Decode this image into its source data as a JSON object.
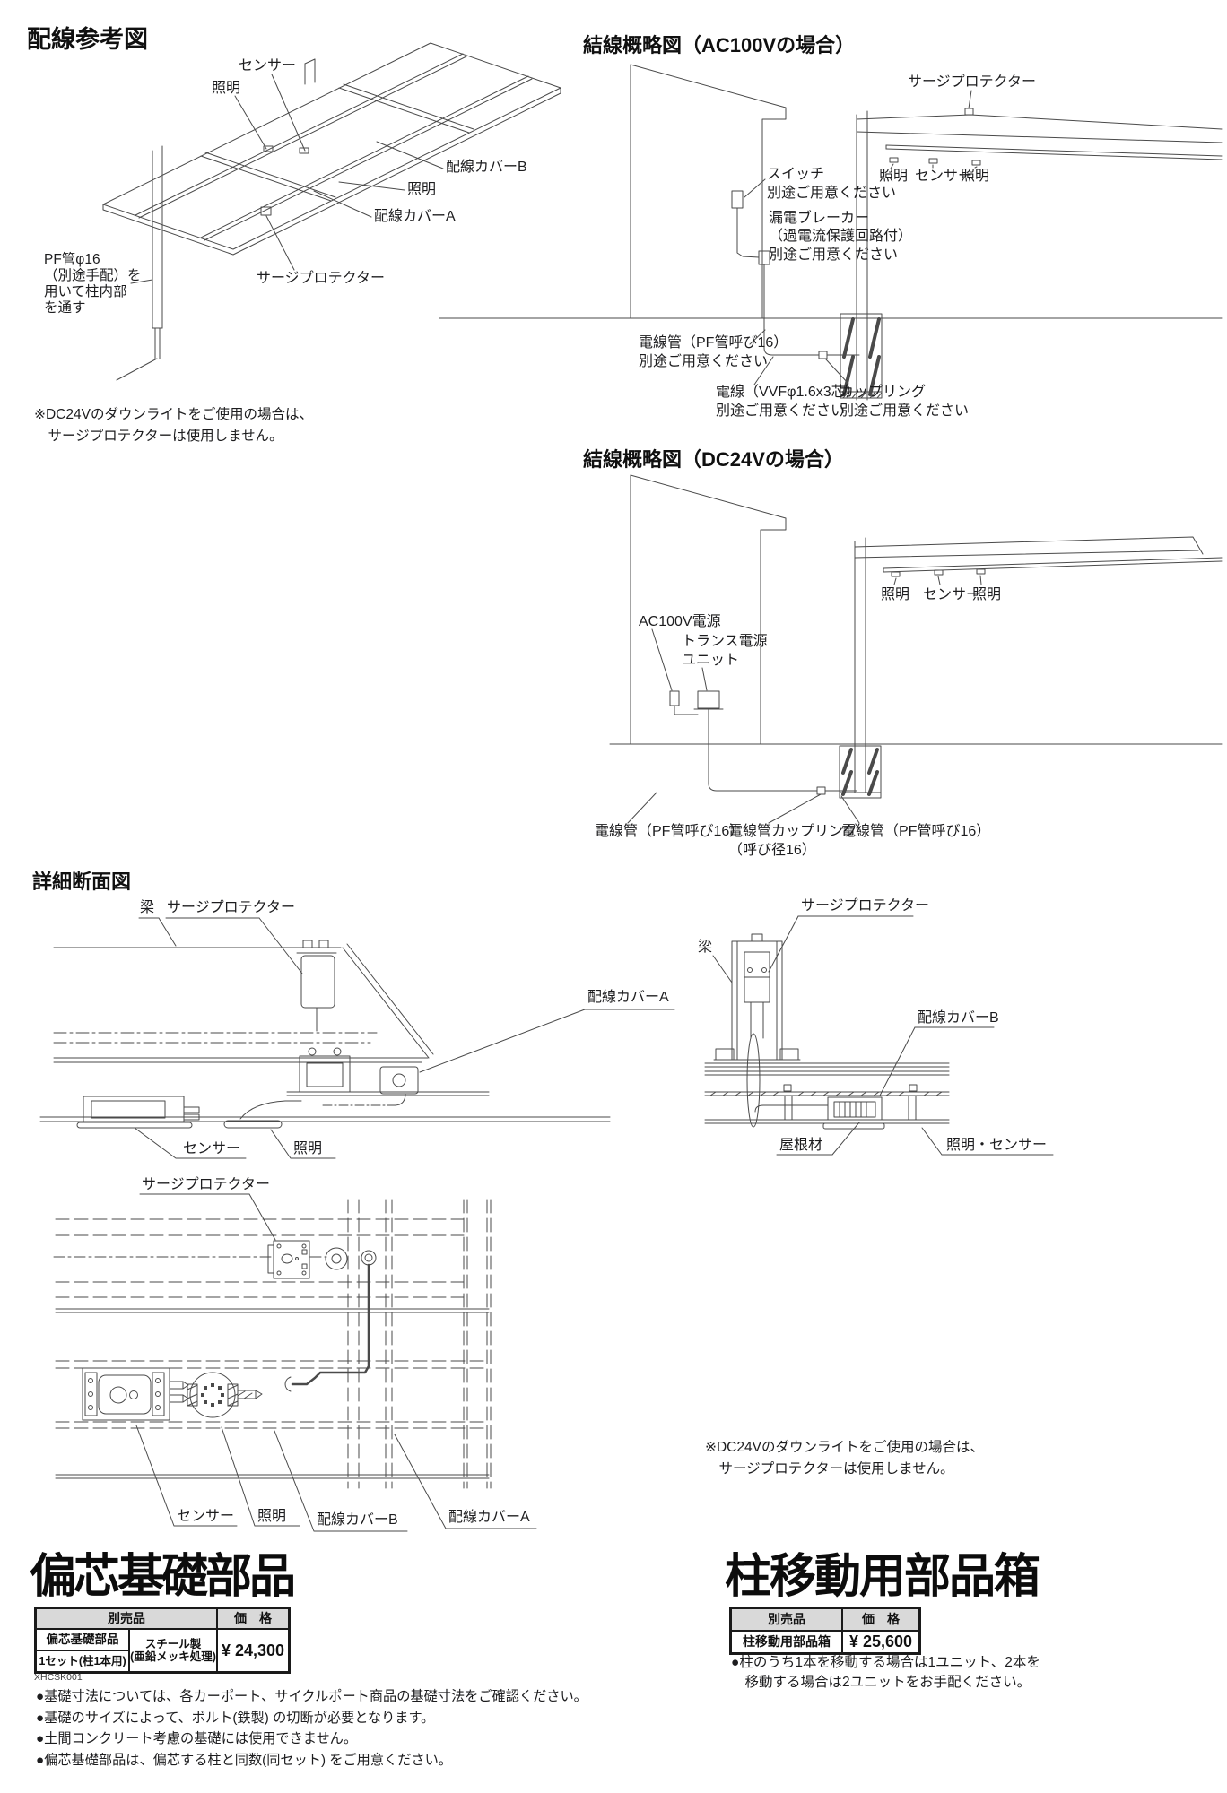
{
  "sections": {
    "wiring_ref": {
      "title": "配線参考図",
      "labels": {
        "sensor": "センサー",
        "light_top": "照明",
        "cover_b": "配線カバーB",
        "light_right": "照明",
        "cover_a": "配線カバーA",
        "surge": "サージプロテクター",
        "pf_pipe": "PF管φ16\n（別途手配）を\n用いて柱内部\nを通す"
      },
      "note": "※DC24Vのダウンライトをご使用の場合は、\n　サージプロテクターは使用しません。"
    },
    "ac100v": {
      "title": "結線概略図（AC100Vの場合）",
      "labels": {
        "surge": "サージプロテクター",
        "light_left": "照明",
        "sensor": "センサー",
        "light_right": "照明",
        "switch": "スイッチ\n別途ご用意ください",
        "breaker": "漏電ブレーカー\n（過電流保護回路付）\n別途ご用意ください",
        "conduit": "電線管（PF管呼び16）\n別途ご用意ください",
        "cable": "電線（VVFφ1.6x3芯）\n別途ご用意ください",
        "coupling": "カップリング\n別途ご用意ください"
      }
    },
    "dc24v": {
      "title": "結線概略図（DC24Vの場合）",
      "labels": {
        "light_left": "照明",
        "sensor": "センサー",
        "light_right": "照明",
        "power": "AC100V電源",
        "transformer": "トランス電源\nユニット",
        "conduit_left": "電線管（PF管呼び16）",
        "coupling": "電線管カップリング\n（呼び径16）",
        "conduit_right": "電線管（PF管呼び16）"
      }
    },
    "cross_section": {
      "title": "詳細断面図",
      "left": {
        "beam": "梁",
        "surge": "サージプロテクター",
        "cover_a": "配線カバーA",
        "sensor": "センサー",
        "light": "照明"
      },
      "right": {
        "surge": "サージプロテクター",
        "beam": "梁",
        "cover_b": "配線カバーB",
        "roof": "屋根材",
        "light_sensor": "照明・センサー"
      }
    },
    "plan_view": {
      "labels": {
        "surge": "サージプロテクター",
        "sensor": "センサー",
        "light": "照明",
        "cover_b": "配線カバーB",
        "cover_a": "配線カバーA"
      },
      "note": "※DC24Vのダウンライトをご使用の場合は、\n　サージプロテクターは使用しません。"
    },
    "eccentric_base": {
      "title": "偏芯基礎部品",
      "table": {
        "header_item": "別売品",
        "header_price": "価　格",
        "name_line1": "偏芯基礎部品",
        "name_line2": "1セット(柱1本用)",
        "material": "スチール製\n(亜鉛メッキ処理)",
        "price": "¥ 24,300"
      },
      "code": "XHCSK001",
      "bullets": [
        "●基礎寸法については、各カーポート、サイクルポート商品の基礎寸法をご確認ください。",
        "●基礎のサイズによって、ボルト(鉄製) の切断が必要となります。",
        "●土間コンクリート考慮の基礎には使用できません。",
        "●偏芯基礎部品は、偏芯する柱と同数(同セット) をご用意ください。"
      ]
    },
    "pillar_box": {
      "title": "柱移動用部品箱",
      "table": {
        "header_item": "別売品",
        "header_price": "価　格",
        "name": "柱移動用部品箱",
        "price": "¥ 25,600"
      },
      "bullet": "●柱のうち1本を移動する場合は1ユニット、2本を\n　移動する場合は2ユニットをお手配ください。"
    }
  }
}
